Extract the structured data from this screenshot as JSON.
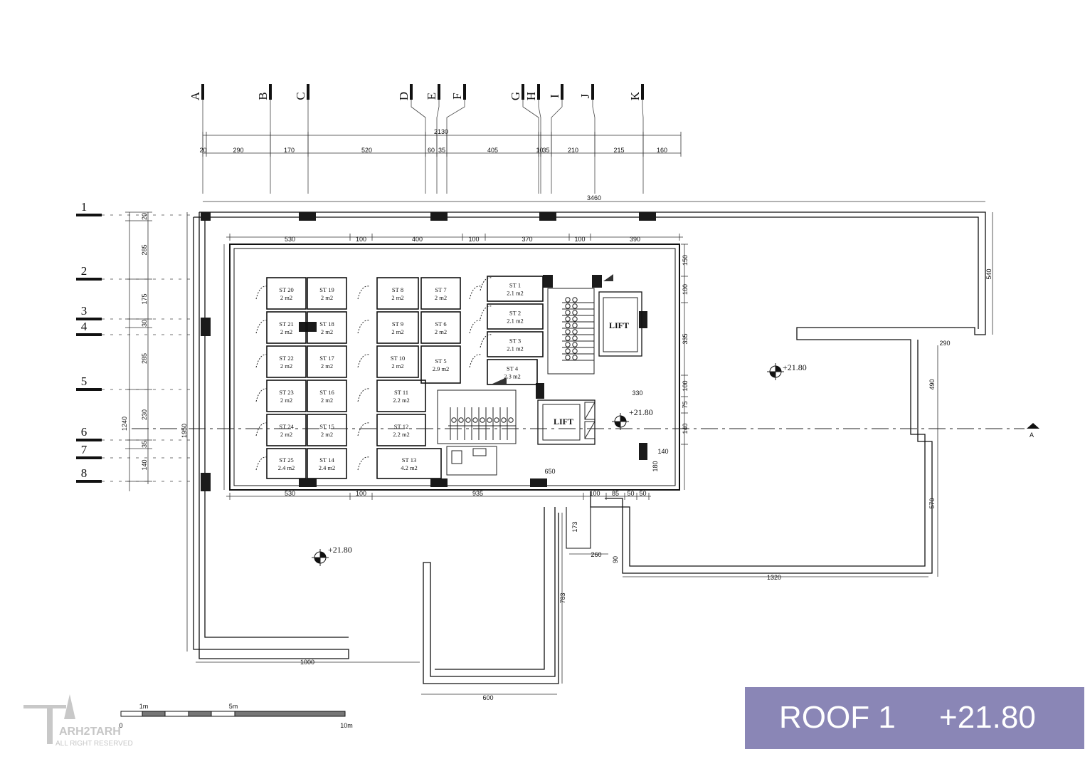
{
  "sheet": {
    "title": "ROOF 1",
    "level": "+21.80",
    "watermark_text": "ARH2TARH",
    "watermark_sub": "ALL RIGHT RESERVED",
    "level_markers": [
      "+21.80",
      "+21.80",
      "+21.80"
    ],
    "section_marker": "A"
  },
  "grid_columns": [
    "A",
    "B",
    "C",
    "D",
    "E",
    "F",
    "G",
    "H",
    "I",
    "J",
    "K"
  ],
  "grid_rows": [
    "1",
    "2",
    "3",
    "4",
    "5",
    "6",
    "7",
    "8"
  ],
  "top_dims": {
    "overall": "2130",
    "segments": [
      "20",
      "290",
      "170",
      "520",
      "60",
      "35",
      "405",
      "10",
      "35",
      "210",
      "215",
      "160"
    ],
    "outer": "3460"
  },
  "inner_top_dims": [
    "530",
    "100",
    "400",
    "100",
    "370",
    "100",
    "390"
  ],
  "inner_bottom_dims": [
    "530",
    "100",
    "935",
    "100",
    "85",
    "50",
    "50"
  ],
  "left_dims": {
    "overall": "1240",
    "segments": [
      "20",
      "285",
      "175",
      "30",
      "285",
      "230",
      "35",
      "140"
    ],
    "outer": "1950"
  },
  "right_dims": [
    "150",
    "100",
    "335",
    "100",
    "75",
    "140",
    "540",
    "290",
    "490",
    "570"
  ],
  "bottom_dims": [
    "1000",
    "600",
    "783",
    "173",
    "260",
    "90",
    "1320",
    "650",
    "180",
    "140",
    "330"
  ],
  "rooms": [
    {
      "name": "ST 20",
      "area": "2 m2"
    },
    {
      "name": "ST 19",
      "area": "2 m2"
    },
    {
      "name": "ST 21",
      "area": "2 m2"
    },
    {
      "name": "ST 18",
      "area": "2 m2"
    },
    {
      "name": "ST 22",
      "area": "2 m2"
    },
    {
      "name": "ST 17",
      "area": "2 m2"
    },
    {
      "name": "ST 23",
      "area": "2 m2"
    },
    {
      "name": "ST 16",
      "area": "2 m2"
    },
    {
      "name": "ST 24",
      "area": "2 m2"
    },
    {
      "name": "ST 15",
      "area": "2 m2"
    },
    {
      "name": "ST 25",
      "area": "2.4 m2"
    },
    {
      "name": "ST 14",
      "area": "2.4 m2"
    },
    {
      "name": "ST 8",
      "area": "2 m2"
    },
    {
      "name": "ST 7",
      "area": "2 m2"
    },
    {
      "name": "ST 9",
      "area": "2 m2"
    },
    {
      "name": "ST 6",
      "area": "2 m2"
    },
    {
      "name": "ST 10",
      "area": "2 m2"
    },
    {
      "name": "ST 5",
      "area": "2.9 m2"
    },
    {
      "name": "ST 11",
      "area": "2.2 m2"
    },
    {
      "name": "ST 12",
      "area": "2.2 m2"
    },
    {
      "name": "ST 13",
      "area": "4.2 m2"
    },
    {
      "name": "ST 1",
      "area": "2.1 m2"
    },
    {
      "name": "ST 2",
      "area": "2.1 m2"
    },
    {
      "name": "ST 3",
      "area": "2.1 m2"
    },
    {
      "name": "ST 4",
      "area": "2.3 m2"
    }
  ],
  "lifts": [
    "LIFT",
    "LIFT"
  ],
  "scale_bar": {
    "labels": [
      "0",
      "1m",
      "5m",
      "10m"
    ]
  }
}
